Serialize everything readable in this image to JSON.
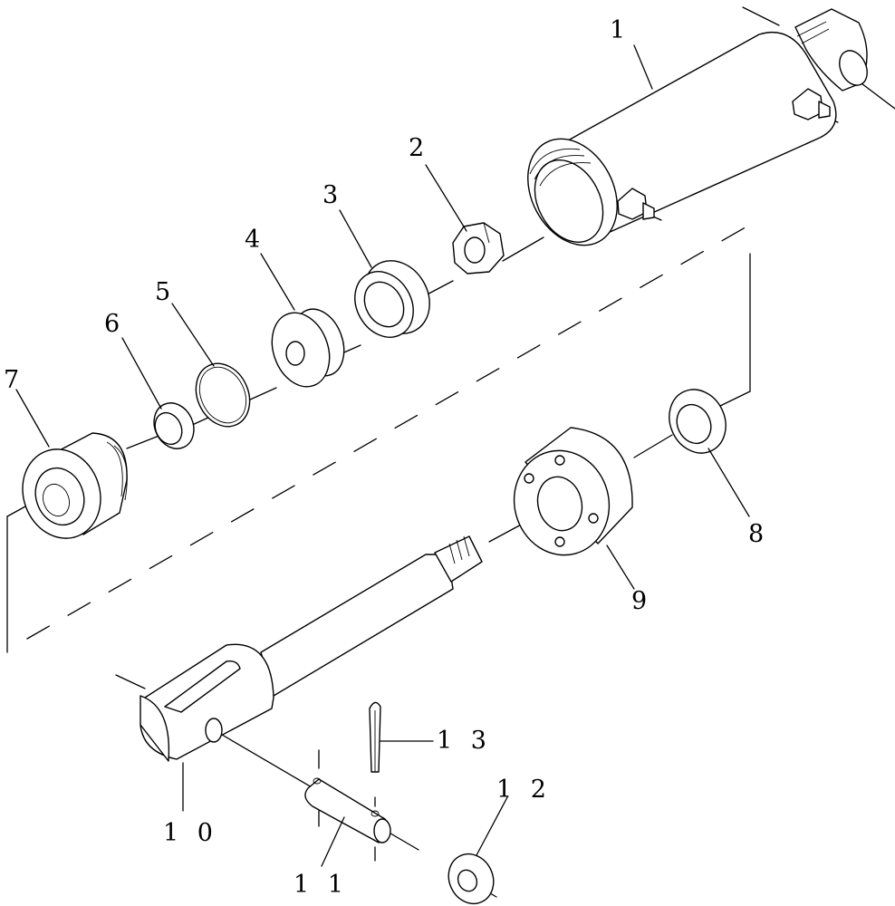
{
  "callouts": [
    {
      "id": "1",
      "text": "1"
    },
    {
      "id": "2",
      "text": "2"
    },
    {
      "id": "3",
      "text": "3"
    },
    {
      "id": "4",
      "text": "4"
    },
    {
      "id": "5",
      "text": "5"
    },
    {
      "id": "6",
      "text": "6"
    },
    {
      "id": "7",
      "text": "7"
    },
    {
      "id": "8",
      "text": "8"
    },
    {
      "id": "9",
      "text": "9"
    },
    {
      "id": "10",
      "text": "1 0"
    },
    {
      "id": "11",
      "text": "1 1"
    },
    {
      "id": "12",
      "text": "1 2"
    },
    {
      "id": "13",
      "text": "1 3"
    }
  ]
}
